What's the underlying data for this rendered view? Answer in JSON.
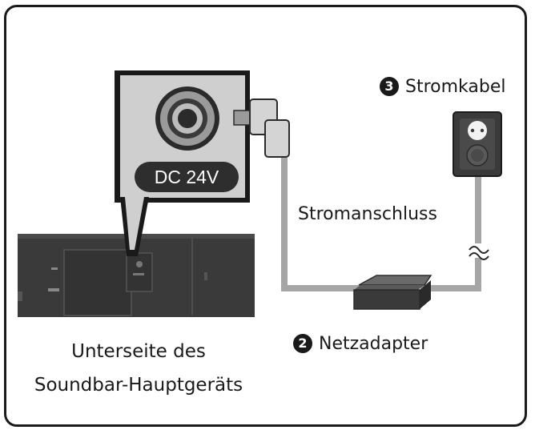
{
  "labels": {
    "power_cable_number": "3",
    "power_cable": "Stromkabel",
    "power_connection": "Stromanschluss",
    "adapter_number": "2",
    "adapter": "Netzadapter",
    "underside_line1": "Unterseite des",
    "underside_line2": "Soundbar-Hauptgeräts",
    "dc_port": "DC 24V"
  },
  "colors": {
    "outline": "#1a1a1a",
    "panel": "#cfcfcf",
    "cable": "#a6a6a6",
    "soundbar": "#3a3a3a",
    "dc_badge": "#2e2e2e",
    "outlet": "#3a3a3a"
  }
}
